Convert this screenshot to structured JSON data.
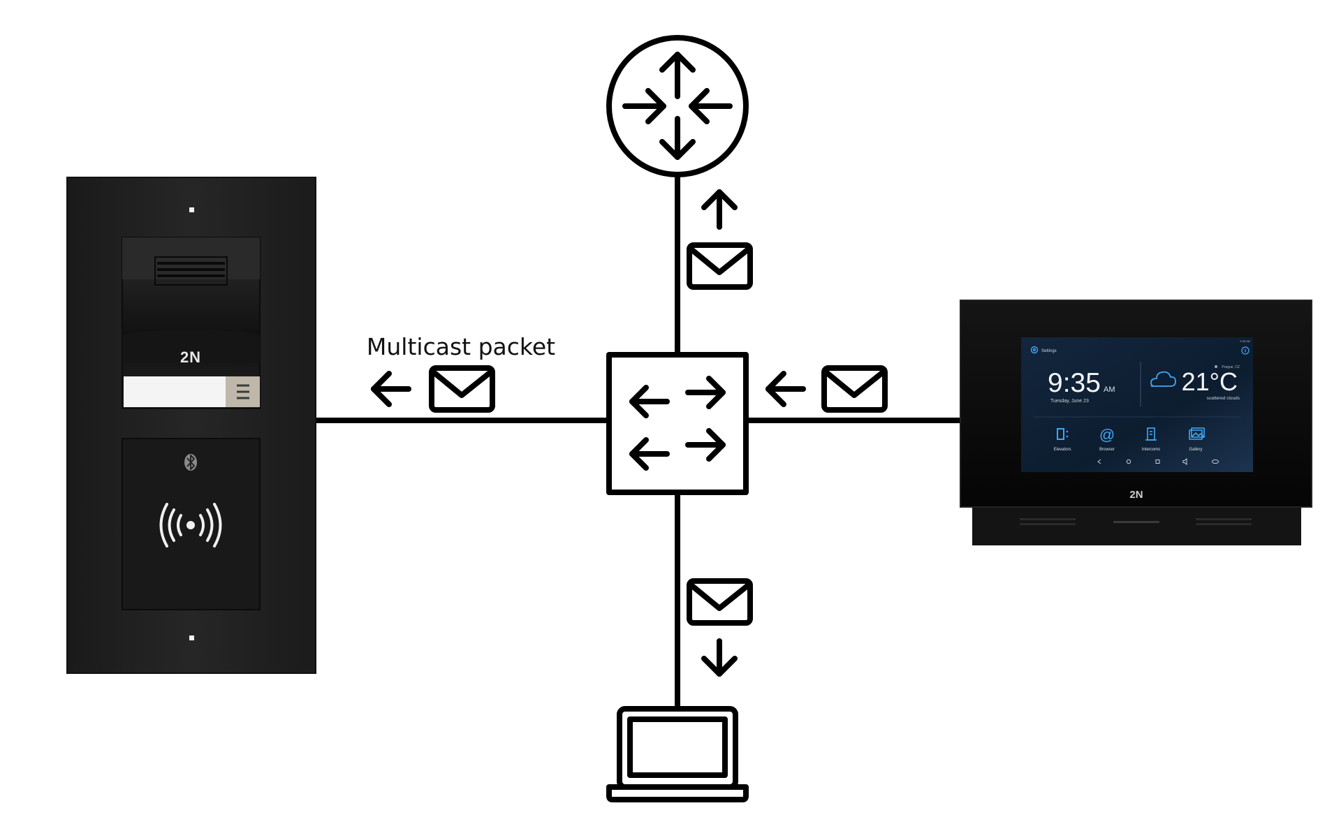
{
  "label": {
    "multicast": "Multicast packet"
  },
  "intercom": {
    "logo": "2N"
  },
  "answering_unit": {
    "logo": "2N",
    "screen": {
      "settings_label": "Settings",
      "status_time": "9:35 AM",
      "time": "9:35",
      "ampm": "AM",
      "date": "Tuesday, June 23",
      "location": "Prague, CZ",
      "temperature": "21°C",
      "weather": "scattered clouds",
      "apps": [
        {
          "label": "Elevators",
          "icon": "elevator-icon"
        },
        {
          "label": "Browser",
          "icon": "at-icon"
        },
        {
          "label": "Intercoms",
          "icon": "intercom-icon"
        },
        {
          "label": "Gallery",
          "icon": "gallery-icon"
        }
      ]
    }
  },
  "colors": {
    "line": "#000000",
    "device": "#1c1c1c",
    "screen": "#0f2238",
    "accent": "#3fa9f5"
  }
}
